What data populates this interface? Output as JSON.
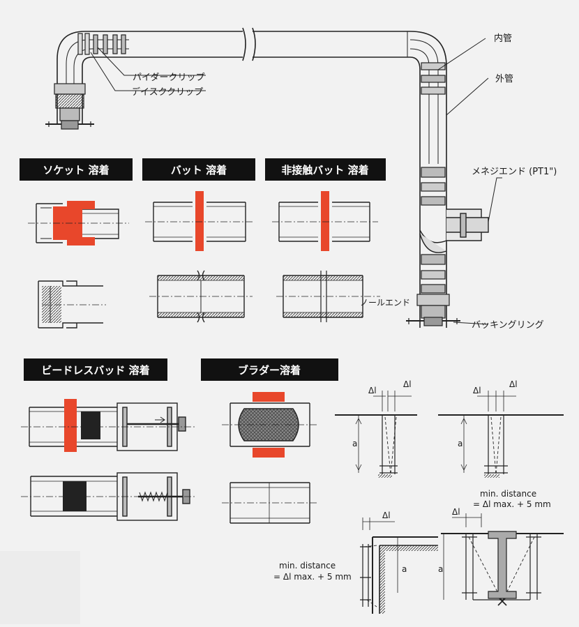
{
  "pipe_labels": {
    "inner": "内管",
    "outer": "外管",
    "spider": "パイダークリップ",
    "disc": "デイスククリップ",
    "meneji": "メネジエンド (PT1\")",
    "packing": "バッキングリング"
  },
  "sections": {
    "socket": "ソケット 溶着",
    "butt": "バット 溶着",
    "noncontact": "非接触バット 溶着",
    "beadless": "ビードレスバッド 溶着",
    "bladder": "ブラダー溶着"
  },
  "seal_end": "ノールエンド",
  "dims": {
    "delta": "Δl",
    "a": "a",
    "min_distance": "min. distance",
    "formula": "= Δl max. + 5 mm"
  },
  "colors": {
    "accent": "#e8472b",
    "header_bg": "#111111",
    "line": "#222222"
  }
}
